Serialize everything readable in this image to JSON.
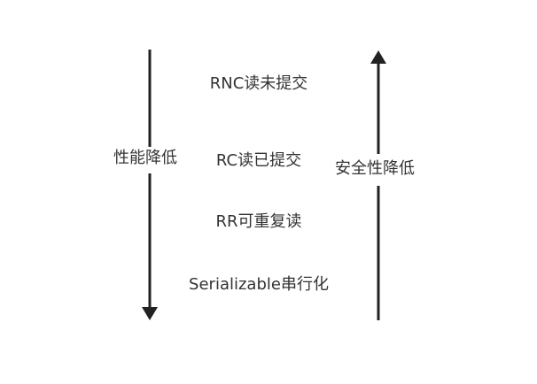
{
  "levels": [
    {
      "label": "RNC读未提交"
    },
    {
      "label": "RC读已提交"
    },
    {
      "label": "RR可重复读"
    },
    {
      "label": "Serializable串行化"
    }
  ],
  "left_axis": {
    "label": "性能降低",
    "direction": "down",
    "color": "#222222"
  },
  "right_axis": {
    "label": "安全性降低",
    "direction": "up",
    "color": "#222222"
  },
  "colors": {
    "text": "#333333",
    "arrow": "#222222",
    "background": "#ffffff"
  }
}
